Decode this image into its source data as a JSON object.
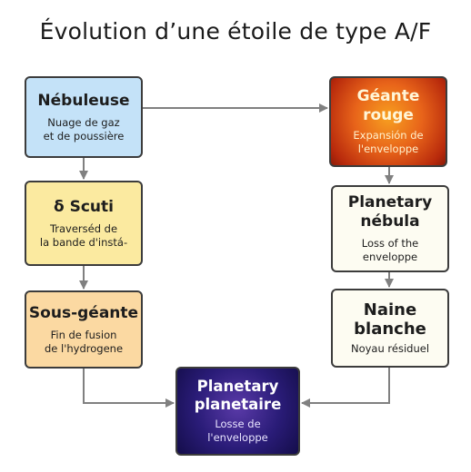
{
  "title": "Évolution d’une étoile de type A/F",
  "stages": {
    "nebuleuse": {
      "heading": "Nébuleuse",
      "detail": "Nuage de gaz\net de poussière"
    },
    "scuti": {
      "heading": "δ Scuti",
      "detail": "Traverséd de\nla bande d'instá-"
    },
    "sous_geante": {
      "heading": "Sous-géante",
      "detail": "Fin de fusion\nde l'hydrogene"
    },
    "geante": {
      "heading": "Géante\nrouge",
      "detail": "Expansión de\nl'enveloppe"
    },
    "planetary": {
      "heading": "Planetary\nnébula",
      "detail": "Loss of the\nenveloppe"
    },
    "naine": {
      "heading": "Naine\nblanche",
      "detail": "Noyau résiduel"
    },
    "central": {
      "heading": "Planetary\nplanetaire",
      "detail": "Losse de\nl'enveloppe"
    }
  },
  "colors": {
    "nebuleuse": "#c4e2f8",
    "scuti": "#fbeaa0",
    "sous_geante": "#fbd9a2",
    "geante": "#e8641a",
    "planetary": "#fdfcf2",
    "naine": "#fdfcf2",
    "central": "#2a1c78",
    "arrow": "#808080"
  }
}
